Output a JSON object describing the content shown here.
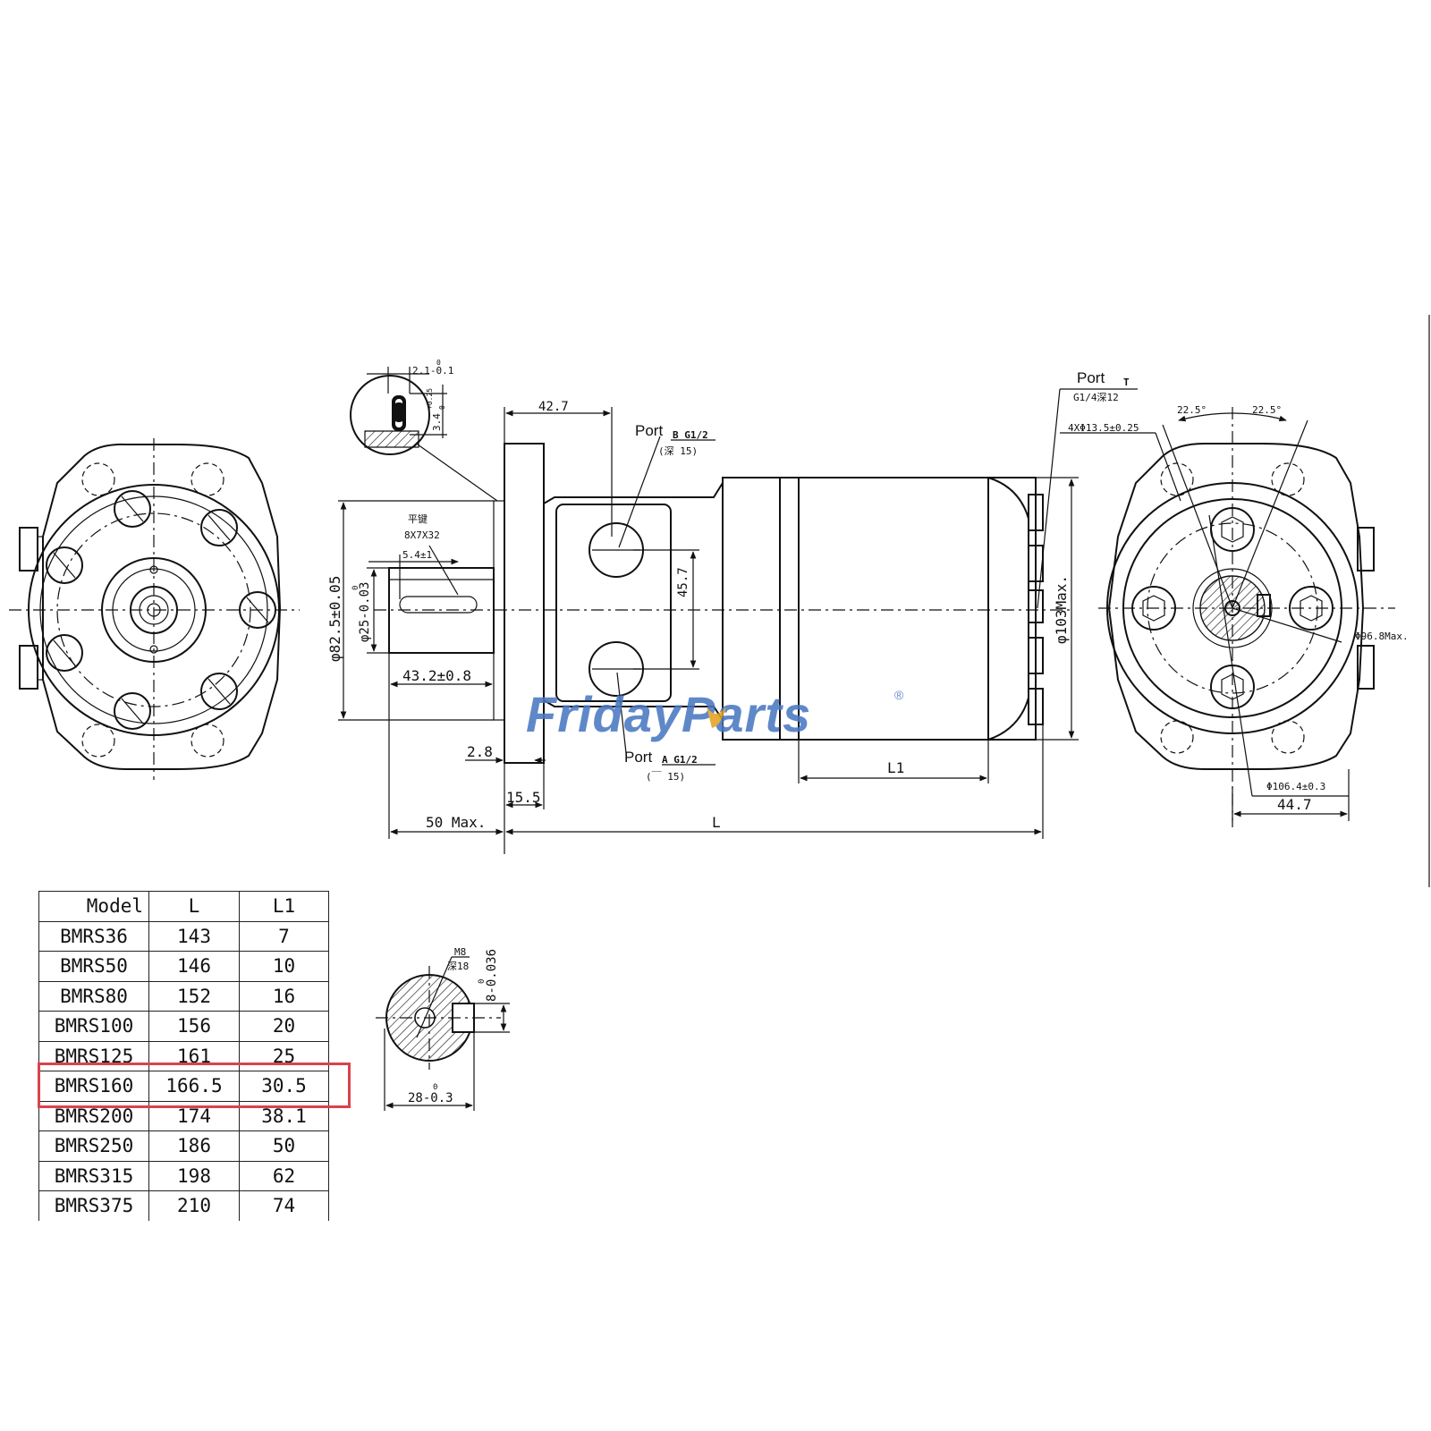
{
  "logo": {
    "text": "FridayParts",
    "mark": "®",
    "color": "#4a78c2",
    "accent": "#e3a21f"
  },
  "labels": {
    "flat_key_cn": "平键",
    "flat_key": "8X7X32",
    "key_offset": "5.4±1",
    "shaft_dia_tol": "0",
    "shaft_dia": "φ25-0.03",
    "pilot_dia": "φ82.5±0.05",
    "shaft_len": "43.2±0.8",
    "body_dia": "φ103Max.",
    "dim_42_7": "42.7",
    "dim_45_7": "45.7",
    "dim_2_8": "2.8",
    "dim_15_5": "15.5",
    "dim_50_max": "50 Max.",
    "dim_L": "L",
    "dim_L1": "L1",
    "detail_w": "2.1-0.1",
    "detail_w_tol": "0",
    "detail_h": "3.4",
    "detail_h_tol": "+0.25",
    "detail_h_tol2": "0",
    "port_b": "Port",
    "port_b_spec": "B G1/2",
    "port_b_depth": "(深 15)",
    "port_a": "Port",
    "port_a_spec": "A G1/2",
    "port_a_depth": "(￣ 15)",
    "port_t": "Port",
    "port_t_sub": "T",
    "port_t_spec": "G1/4深12",
    "holes": "4XΦ13.5±0.25",
    "angle1": "22.5°",
    "angle2": "22.5°",
    "dia_96_8": "Φ96.8Max.",
    "dia_106_4": "Φ106.4±0.3",
    "dim_44_7": "44.7",
    "m8": "M8",
    "m8_depth": "深18",
    "key_w": "8-0.036",
    "key_w_tol": "0",
    "shaft_28": "28-0.3",
    "shaft_28_tol": "0"
  },
  "table": {
    "headers": [
      "Model",
      "L",
      "L1"
    ],
    "rows": [
      [
        "BMRS36",
        "143",
        "7"
      ],
      [
        "BMRS50",
        "146",
        "10"
      ],
      [
        "BMRS80",
        "152",
        "16"
      ],
      [
        "BMRS100",
        "156",
        "20"
      ],
      [
        "BMRS125",
        "161",
        "25"
      ],
      [
        "BMRS160",
        "166.5",
        "30.5"
      ],
      [
        "BMRS200",
        "174",
        "38.1"
      ],
      [
        "BMRS250",
        "186",
        "50"
      ],
      [
        "BMRS315",
        "198",
        "62"
      ],
      [
        "BMRS375",
        "210",
        "74"
      ]
    ],
    "highlight_row": "BMRS160",
    "highlight_color": "#d9434b"
  }
}
